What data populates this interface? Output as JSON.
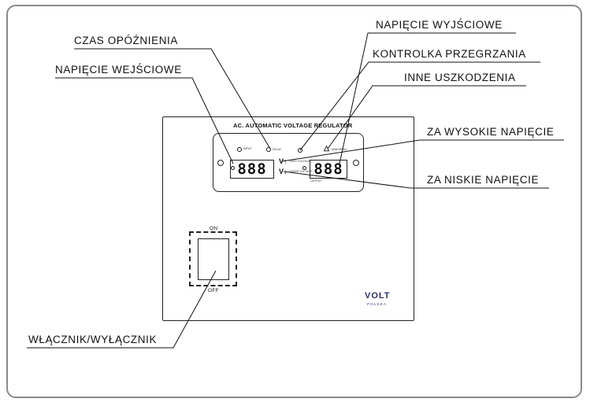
{
  "device": {
    "title": "AC. AUTOMATIC VOLTAGE REGULATOR",
    "input_display": "888",
    "output_display": "888",
    "led_captions": {
      "input": "INPUT",
      "output": "OUTPUT",
      "delay": "DELAY",
      "over_voltage": "OVER VOLTAGE",
      "under_voltage": "UNDER VOLTAGE",
      "abnormal": "ABNORMAL"
    },
    "switch": {
      "on": "ON",
      "off": "OFF"
    },
    "logo": {
      "brand": "VOLT",
      "sub": "POLSKA"
    }
  },
  "labels": {
    "czas_opoznienia": "CZAS OPÓŹNIENIA",
    "napiecie_wejsciowe": "NAPIĘCIE WEJŚCIOWE",
    "napiecie_wyjsciowe": "NAPIĘCIE WYJŚCIOWE",
    "kontrolka_przegrzania": "KONTROLKA PRZEGRZANIA",
    "inne_uszkodzenia": "INNE USZKODZENIA",
    "za_wysokie_napiecie": "ZA WYSOKIE NAPIĘCIE",
    "za_niskie_napiecie": "ZA NISKIE NAPIĘCIE",
    "wlacznik": "WŁĄCZNIK/WYŁĄCZNIK"
  },
  "colors": {
    "stroke": "#111111",
    "frame": "#8a8a8a",
    "logo": "#2a2f6e"
  }
}
